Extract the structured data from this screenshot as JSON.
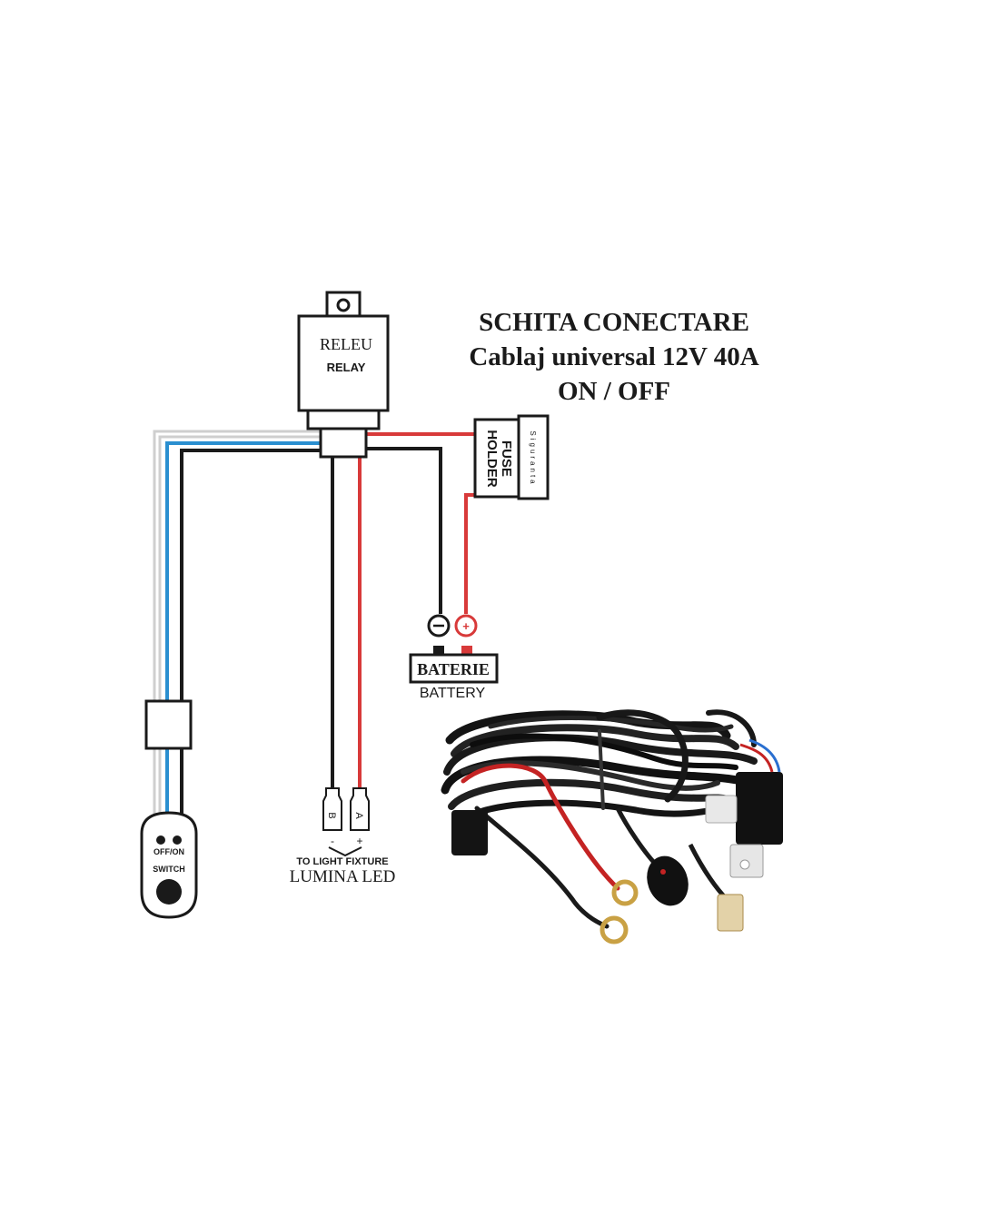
{
  "title": {
    "line1": "SCHITA CONECTARE",
    "line2": "Cablaj universal 12V 40A",
    "line3": "ON / OFF"
  },
  "relay": {
    "label_ro": "RELEU",
    "label_en": "RELAY"
  },
  "fuse": {
    "label_en": "FUSE",
    "label_en2": "HOLDER",
    "label_ro": "Siguranta"
  },
  "battery": {
    "label_ro": "BATERIE",
    "label_en": "BATTERY",
    "neg_symbol": "−",
    "pos_symbol": "+"
  },
  "switch": {
    "label_state": "OFF/ON",
    "label_name": "SWITCH"
  },
  "light": {
    "terminal_b": "B",
    "terminal_a": "A",
    "minus": "-",
    "plus": "+",
    "label_en": "TO LIGHT FIXTURE",
    "label_ro": "LUMINA LED"
  },
  "colors": {
    "wire_red": "#d83a3a",
    "wire_black": "#1a1a1a",
    "wire_blue": "#2a8fd0",
    "wire_white": "#cfcfcf",
    "outline": "#1a1a1a"
  }
}
